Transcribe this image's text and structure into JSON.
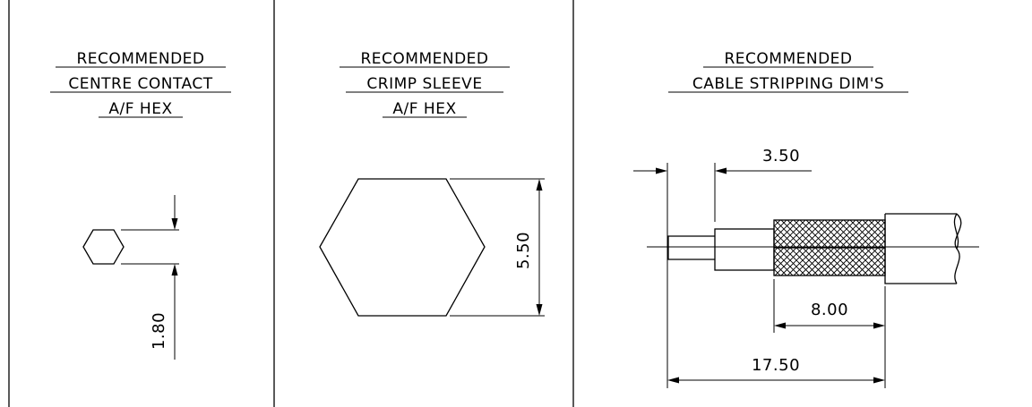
{
  "panels": [
    {
      "title_lines": [
        "RECOMMENDED",
        "CENTRE CONTACT",
        "A/F HEX"
      ],
      "dimension": "1.80"
    },
    {
      "title_lines": [
        "RECOMMENDED",
        "CRIMP SLEEVE",
        "A/F HEX"
      ],
      "dimension": "5.50"
    },
    {
      "title_lines": [
        "RECOMMENDED",
        "CABLE STRIPPING DIM'S"
      ],
      "dimensions": {
        "pin": "3.50",
        "braid": "8.00",
        "overall": "17.50"
      }
    }
  ]
}
